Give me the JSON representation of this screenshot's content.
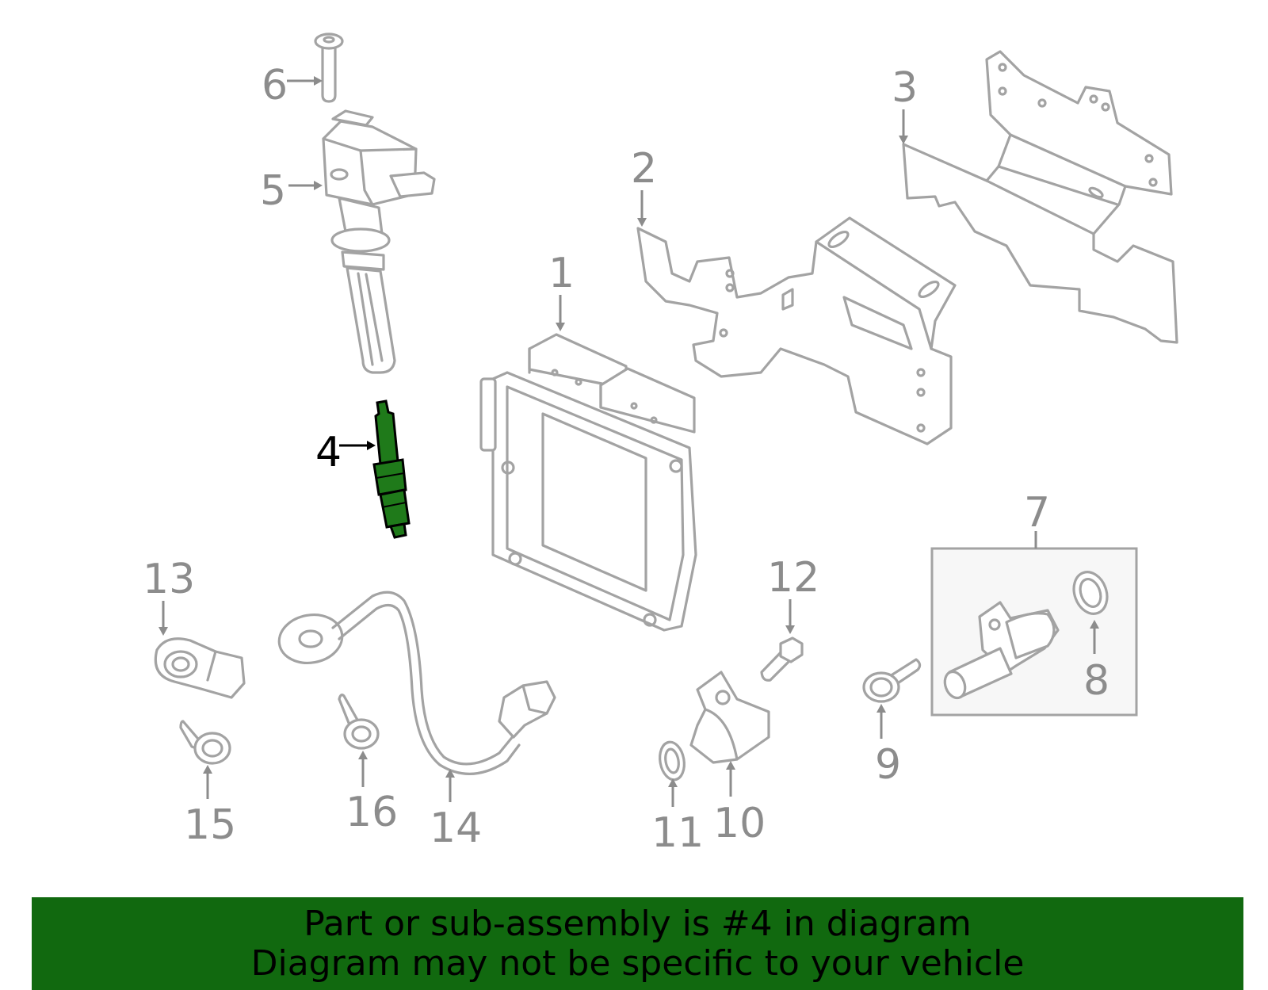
{
  "callouts": {
    "c1": "1",
    "c2": "2",
    "c3": "3",
    "c4": "4",
    "c5": "5",
    "c6": "6",
    "c7": "7",
    "c8": "8",
    "c9": "9",
    "c10": "10",
    "c11": "11",
    "c12": "12",
    "c13": "13",
    "c14": "14",
    "c15": "15",
    "c16": "16"
  },
  "highlighted_part": "4",
  "colors": {
    "line_art": "#a3a3a3",
    "callout_text": "#8c8c8c",
    "highlight_part": "#1f7a1a",
    "banner_background": "#11690f",
    "banner_text": "#000000"
  },
  "banner": {
    "line1": "Part or sub-assembly is #4 in diagram",
    "line2": "Diagram may not be specific to your vehicle"
  }
}
